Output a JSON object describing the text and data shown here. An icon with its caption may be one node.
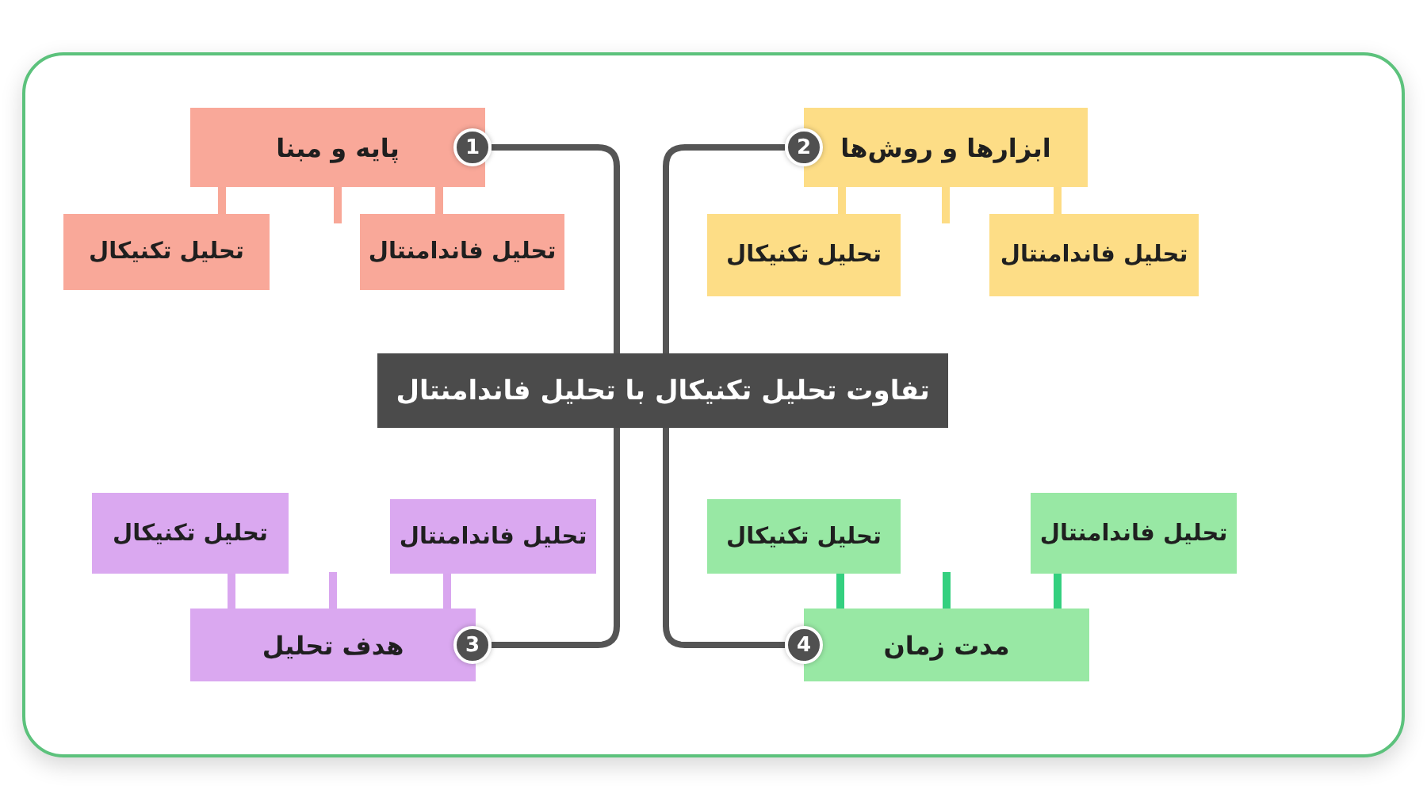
{
  "diagram": {
    "nodes": [
      {
        "text": [
          "تفاوت تحلیل تکنیکال با تحلیل فاندامنتال"
        ]
      },
      {
        "text": [
          "1"
        ]
      },
      {
        "text": [
          "پایه و مبنا"
        ]
      },
      {
        "text": [
          "تحلیل فاندامنتال"
        ]
      },
      {
        "text": [
          "تحلیل تکنیکال"
        ]
      },
      {
        "text": [
          "2"
        ]
      },
      {
        "text": [
          "ابزارها و روش‌ها"
        ]
      },
      {
        "text": [
          "تحلیل فاندامنتال"
        ]
      },
      {
        "text": [
          "تحلیل تکنیکال"
        ]
      },
      {
        "text": [
          "3"
        ]
      },
      {
        "text": [
          "هدف تحلیل"
        ]
      },
      {
        "text": [
          "تحلیل فاندامنتال"
        ]
      },
      {
        "text": [
          "تحلیل تکنیکال"
        ]
      },
      {
        "text": [
          "4"
        ]
      },
      {
        "text": [
          "مدت زمان"
        ]
      },
      {
        "text": [
          "تحلیل فاندامنتال"
        ]
      },
      {
        "text": [
          "تحلیل تکنیکال"
        ]
      }
    ],
    "edges": [
      {
        "from": 0,
        "to": 1,
        "arrow": "none"
      },
      {
        "from": 0,
        "to": 5,
        "arrow": "none"
      },
      {
        "from": 0,
        "to": 9,
        "arrow": "none"
      },
      {
        "from": 0,
        "to": 13,
        "arrow": "none"
      },
      {
        "from": 2,
        "to": 3,
        "arrow": "none",
        "color": "#f8a797"
      },
      {
        "from": 2,
        "to": null,
        "arrow": "none",
        "color": "#f8a797"
      },
      {
        "from": 2,
        "to": 4,
        "arrow": "none",
        "color": "#f8a797"
      },
      {
        "from": 6,
        "to": 7,
        "arrow": "none",
        "color": "#fddc84"
      },
      {
        "from": 6,
        "to": null,
        "arrow": "none",
        "color": "#fddc84"
      },
      {
        "from": 6,
        "to": 8,
        "arrow": "none",
        "color": "#fddc84"
      },
      {
        "from": 10,
        "to": 11,
        "arrow": "none",
        "color": "#d9a6ef"
      },
      {
        "from": 10,
        "to": null,
        "arrow": "none",
        "color": "#d9a6ef"
      },
      {
        "from": 10,
        "to": 12,
        "arrow": "none",
        "color": "#d9a6ef"
      },
      {
        "from": 14,
        "to": 15,
        "arrow": "none",
        "color": "#34d07f"
      },
      {
        "from": 14,
        "to": null,
        "arrow": "none",
        "color": "#34d07f"
      },
      {
        "from": 14,
        "to": 16,
        "arrow": "none",
        "color": "#34d07f"
      }
    ]
  }
}
